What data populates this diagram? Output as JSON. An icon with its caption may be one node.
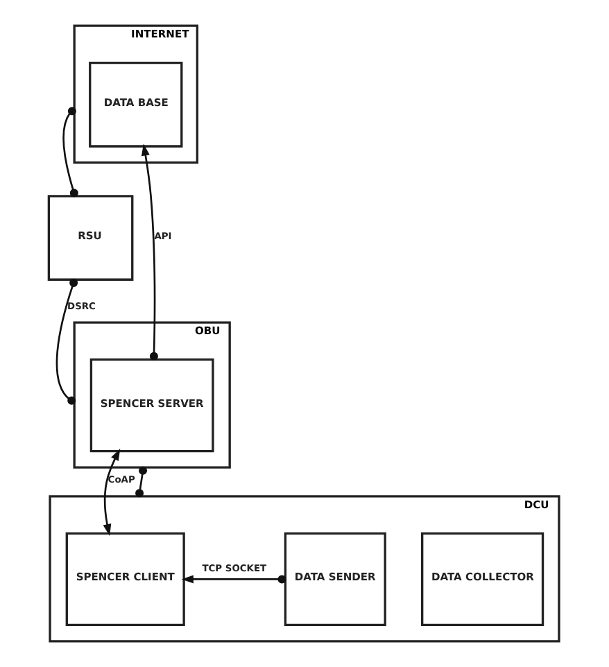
{
  "diagram": {
    "nodes": [
      {
        "text": [
          "INTERNET"
        ]
      },
      {
        "text": [
          "DATA BASE"
        ],
        "in": 0
      },
      {
        "text": [
          "RSU"
        ]
      },
      {
        "text": [
          "OBU"
        ]
      },
      {
        "text": [
          "SPENCER SERVER"
        ],
        "in": 3
      },
      {
        "text": [
          "DCU"
        ]
      },
      {
        "text": [
          "SPENCER CLIENT"
        ],
        "in": 5
      },
      {
        "text": [
          "DATA SENDER"
        ],
        "in": 5
      },
      {
        "text": [
          "DATA COLLECTOR"
        ],
        "in": 5
      }
    ],
    "edges": [
      {
        "from": 0,
        "to": 2,
        "arrow": "other"
      },
      {
        "from": 2,
        "to": 3,
        "arrow": "other",
        "label": "DSRC"
      },
      {
        "from": 4,
        "to": 1,
        "arrow": "to",
        "label": "API"
      },
      {
        "from": 4,
        "to": 6,
        "arrow": "both",
        "label": "CoAP"
      },
      {
        "from": 3,
        "to": 5,
        "arrow": "other"
      },
      {
        "from": 7,
        "to": 6,
        "arrow": "to",
        "label": "TCP SOCKET"
      }
    ]
  }
}
